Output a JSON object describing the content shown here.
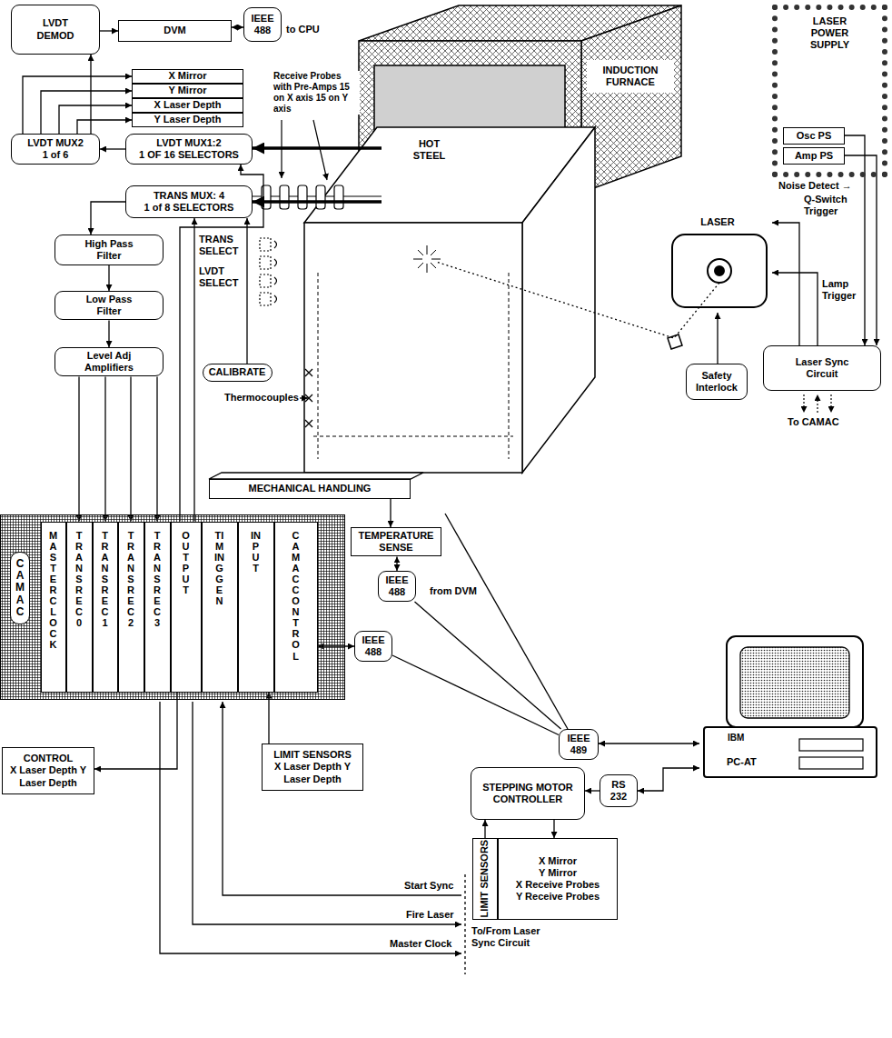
{
  "diagram": {
    "nodes": [
      {
        "text": [
          "LVDT DEMOD"
        ]
      },
      {
        "text": [
          "DVM"
        ]
      },
      {
        "text": [
          "IEEE 488"
        ]
      },
      {
        "text": [
          "INDUCTION FURNACE"
        ]
      },
      {
        "text": [
          "LASER POWER SUPPLY"
        ]
      },
      {
        "text": [
          "Osc PS"
        ],
        "in": 4
      },
      {
        "text": [
          "Amp PS"
        ],
        "in": 4
      },
      {
        "text": [
          "X Mirror"
        ]
      },
      {
        "text": [
          "Y Mirror"
        ]
      },
      {
        "text": [
          "X Laser Depth"
        ]
      },
      {
        "text": [
          "Y Laser Depth"
        ]
      },
      {
        "text": [
          "LVDT MUX2",
          "1 of 6"
        ]
      },
      {
        "text": [
          "LVDT MUX1:2",
          "1 OF 16 SELECTORS"
        ]
      },
      {
        "text": [
          "HOT STEEL"
        ]
      },
      {
        "text": [
          "TRANS MUX: 4",
          "1 of 8 SELECTORS"
        ]
      },
      {
        "text": [
          "LASER"
        ]
      },
      {
        "text": [
          "High Pass Filter"
        ]
      },
      {
        "text": [
          "CALIBRATE"
        ]
      },
      {
        "text": [
          "Safety Interlock"
        ]
      },
      {
        "text": [
          "Laser Sync Circuit"
        ]
      },
      {
        "text": [
          "Low Pass Filter"
        ]
      },
      {
        "text": [
          "Level Adj Amplifiers"
        ]
      },
      {
        "text": [
          "MECHANICAL HANDLING"
        ]
      },
      {
        "text": [
          "CAMAC"
        ]
      },
      {
        "text": [
          "MASTER CLOCK"
        ],
        "in": 23
      },
      {
        "text": [
          "TRANS REC 0"
        ],
        "in": 23
      },
      {
        "text": [
          "TRANS REC 1"
        ],
        "in": 23
      },
      {
        "text": [
          "TRANS REC 2"
        ],
        "in": 23
      },
      {
        "text": [
          "TRANS REC 3"
        ],
        "in": 23
      },
      {
        "text": [
          "OUTPUT"
        ],
        "in": 23
      },
      {
        "text": [
          "TIMING GEN"
        ],
        "in": 23
      },
      {
        "text": [
          "INPUT"
        ],
        "in": 23
      },
      {
        "text": [
          "CAMAC CONTROL"
        ],
        "in": 23
      },
      {
        "text": [
          "TEMPERATURE SENSE"
        ]
      },
      {
        "text": [
          "IEEE 488"
        ]
      },
      {
        "text": [
          "IEEE 488"
        ]
      },
      {
        "text": [
          "PC-AT"
        ]
      },
      {
        "text": [
          "IEEE 489"
        ]
      },
      {
        "text": [
          "STEPPING MOTOR CONTROLLER"
        ]
      },
      {
        "text": [
          "RS 232"
        ]
      },
      {
        "text": [
          "CONTROL",
          "X Laser Depth Y Laser Depth"
        ]
      },
      {
        "text": [
          "LIMIT SENSORS",
          "X Laser Depth Y Laser Depth"
        ]
      },
      {
        "text": [
          "LIMIT SENSORS"
        ]
      },
      {
        "text": [
          "X Mirror",
          "Y Mirror",
          "X Receive Probes",
          "Y Receive Probes"
        ]
      }
    ],
    "edges": [
      {
        "from": 0,
        "to": 1,
        "arrow": "to"
      },
      {
        "from": 1,
        "to": 2,
        "arrow": "both"
      },
      {
        "from": 11,
        "to": 0,
        "arrow": "to"
      },
      {
        "from": 11,
        "to": 7,
        "arrow": "to"
      },
      {
        "from": 11,
        "to": 8,
        "arrow": "to"
      },
      {
        "from": 11,
        "to": 9,
        "arrow": "to"
      },
      {
        "from": 11,
        "to": 10,
        "arrow": "to"
      },
      {
        "from": 12,
        "to": 11,
        "arrow": "to"
      },
      {
        "from": 13,
        "to": 12,
        "arrow": "to"
      },
      {
        "from": 13,
        "to": 14,
        "arrow": "to"
      },
      {
        "from": 14,
        "to": 16,
        "arrow": "to"
      },
      {
        "from": 16,
        "to": 20,
        "arrow": "to"
      },
      {
        "from": 20,
        "to": 21,
        "arrow": "to"
      },
      {
        "from": 21,
        "to": 25,
        "arrow": "to"
      },
      {
        "from": 21,
        "to": 26,
        "arrow": "to"
      },
      {
        "from": 21,
        "to": 27,
        "arrow": "to"
      },
      {
        "from": 21,
        "to": 28,
        "arrow": "to"
      },
      {
        "from": 29,
        "to": 14,
        "arrow": "to",
        "label": "TRANS SELECT"
      },
      {
        "from": 29,
        "to": 12,
        "arrow": "to",
        "label": "LVDT SELECT"
      },
      {
        "from": 17,
        "to": 14,
        "arrow": "to"
      },
      {
        "from": 22,
        "to": 33,
        "arrow": "to"
      },
      {
        "from": 33,
        "to": 34,
        "arrow": "both"
      },
      {
        "from": 34,
        "to": 37,
        "arrow": "none"
      },
      {
        "from": 32,
        "to": 35,
        "arrow": "both"
      },
      {
        "from": 35,
        "to": 37,
        "arrow": "none"
      },
      {
        "from": 37,
        "to": 36,
        "arrow": "both"
      },
      {
        "from": 36,
        "to": 39,
        "arrow": "both"
      },
      {
        "from": 39,
        "to": 38,
        "arrow": "to"
      },
      {
        "from": 42,
        "to": 38,
        "arrow": "to"
      },
      {
        "from": 38,
        "to": 43,
        "arrow": "to"
      },
      {
        "from": 41,
        "to": 31,
        "arrow": "to"
      },
      {
        "from": 29,
        "to": 40,
        "arrow": "to"
      },
      {
        "from": 5,
        "to": 19,
        "arrow": "to"
      },
      {
        "from": 6,
        "to": 19,
        "arrow": "to"
      },
      {
        "from": 19,
        "to": 15,
        "arrow": "to",
        "label": "Q-Switch Trigger"
      },
      {
        "from": 19,
        "to": 15,
        "arrow": "to",
        "label": "Lamp Trigger"
      },
      {
        "from": 18,
        "to": 15,
        "arrow": "to"
      }
    ],
    "labels": [
      "to CPU",
      "Receive Probes with Pre-Amps 15 on X axis 15 on Y axis",
      "Noise Detect →",
      "To CAMAC",
      "Thermocouples",
      "from DVM",
      "IBM",
      "Start Sync",
      "Fire Laser",
      "Master Clock",
      "To/From Laser Sync Circuit"
    ]
  }
}
